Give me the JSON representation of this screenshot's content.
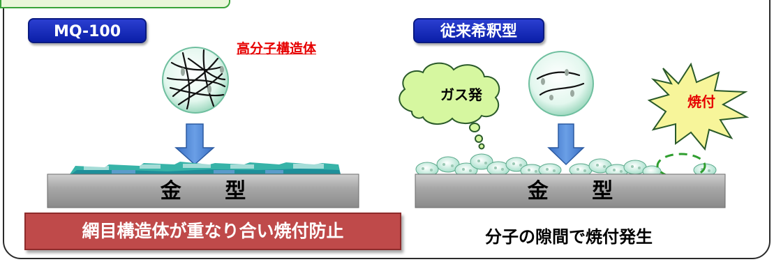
{
  "left_panel": {
    "badge": "MQ-100",
    "polymer_label": "高分子構造体",
    "mold_label": "金 型",
    "result": "網目構造体が重なり合い焼付防止"
  },
  "right_panel": {
    "badge": "従来希釈型",
    "gas_label": "ガス発",
    "burn_label": "焼付",
    "mold_label": "金 型",
    "result": "分子の隙間で焼付発生"
  },
  "colors": {
    "badge_blue": "#1a2cc0",
    "result_red": "#bf4a4a",
    "alert_red": "#e60000",
    "arrow_blue": "#4a7fd0",
    "cloud_green": "#d6f7a0",
    "burst_yellow": "#f7f59a",
    "mold_gray": "#9a9a9a",
    "ring_green": "#2f9e2f"
  }
}
